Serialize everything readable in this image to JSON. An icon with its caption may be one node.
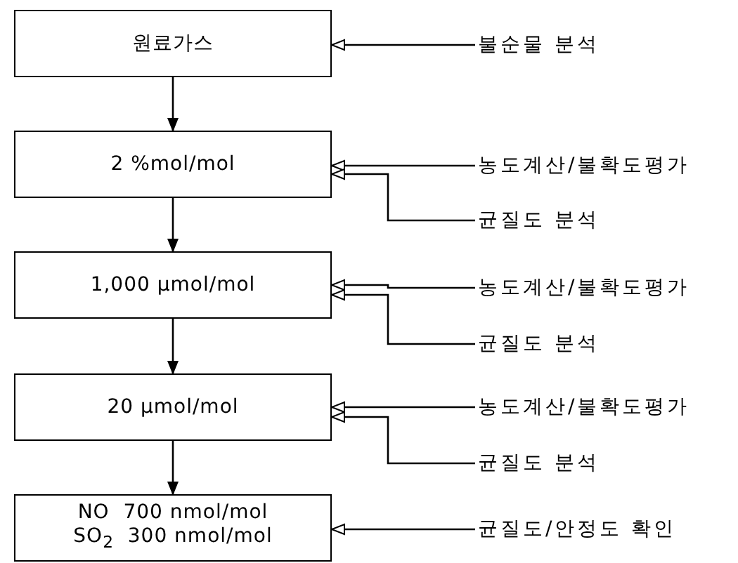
{
  "diagram": {
    "nodes": [
      {
        "text": [
          "원료가스"
        ]
      },
      {
        "text": [
          "2 %mol/mol"
        ]
      },
      {
        "text": [
          "1,000 μmol/mol"
        ]
      },
      {
        "text": [
          "20 μmol/mol"
        ]
      },
      {
        "text": [
          "NO  700 nmol/mol",
          "SO$_{2}$  300 nmol/mol"
        ]
      },
      {
        "text": [
          "불순물 분석"
        ]
      },
      {
        "text": [
          "농도계산/불확도평가"
        ]
      },
      {
        "text": [
          "균질도 분석"
        ]
      },
      {
        "text": [
          "농도계산/불확도평가"
        ]
      },
      {
        "text": [
          "균질도 분석"
        ]
      },
      {
        "text": [
          "농도계산/불확도평가"
        ]
      },
      {
        "text": [
          "균질도 분석"
        ]
      },
      {
        "text": [
          "균질도/안정도 확인"
        ]
      }
    ],
    "edges": [
      {
        "from": 0,
        "to": 1,
        "arrow": "to"
      },
      {
        "from": 1,
        "to": 2,
        "arrow": "to"
      },
      {
        "from": 2,
        "to": 3,
        "arrow": "to"
      },
      {
        "from": 3,
        "to": 4,
        "arrow": "to"
      },
      {
        "from": 5,
        "to": 0,
        "arrow": "to"
      },
      {
        "from": 6,
        "to": 1,
        "arrow": "to"
      },
      {
        "from": 7,
        "to": 1,
        "arrow": "to"
      },
      {
        "from": 8,
        "to": 2,
        "arrow": "to"
      },
      {
        "from": 9,
        "to": 2,
        "arrow": "to"
      },
      {
        "from": 10,
        "to": 3,
        "arrow": "to"
      },
      {
        "from": 11,
        "to": 3,
        "arrow": "to"
      },
      {
        "from": 12,
        "to": 4,
        "arrow": "to"
      }
    ]
  }
}
